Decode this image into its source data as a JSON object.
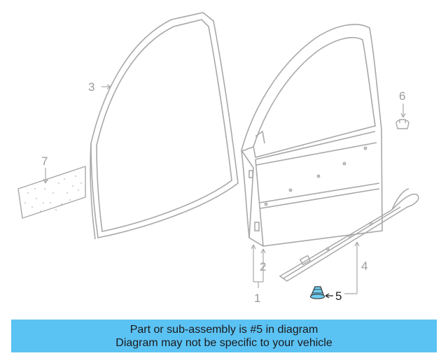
{
  "callouts": {
    "c1": "1",
    "c2": "2",
    "c3": "3",
    "c4": "4",
    "c5": "5",
    "c6": "6",
    "c7": "7"
  },
  "banner": {
    "line1": "Part or sub-assembly is #5 in diagram",
    "line2": "Diagram may not be specific to your vehicle"
  },
  "colors": {
    "banner_bg": "#5bc2f4",
    "highlight_part": "#6fd0f5",
    "line_art": "#a8a8a8"
  }
}
